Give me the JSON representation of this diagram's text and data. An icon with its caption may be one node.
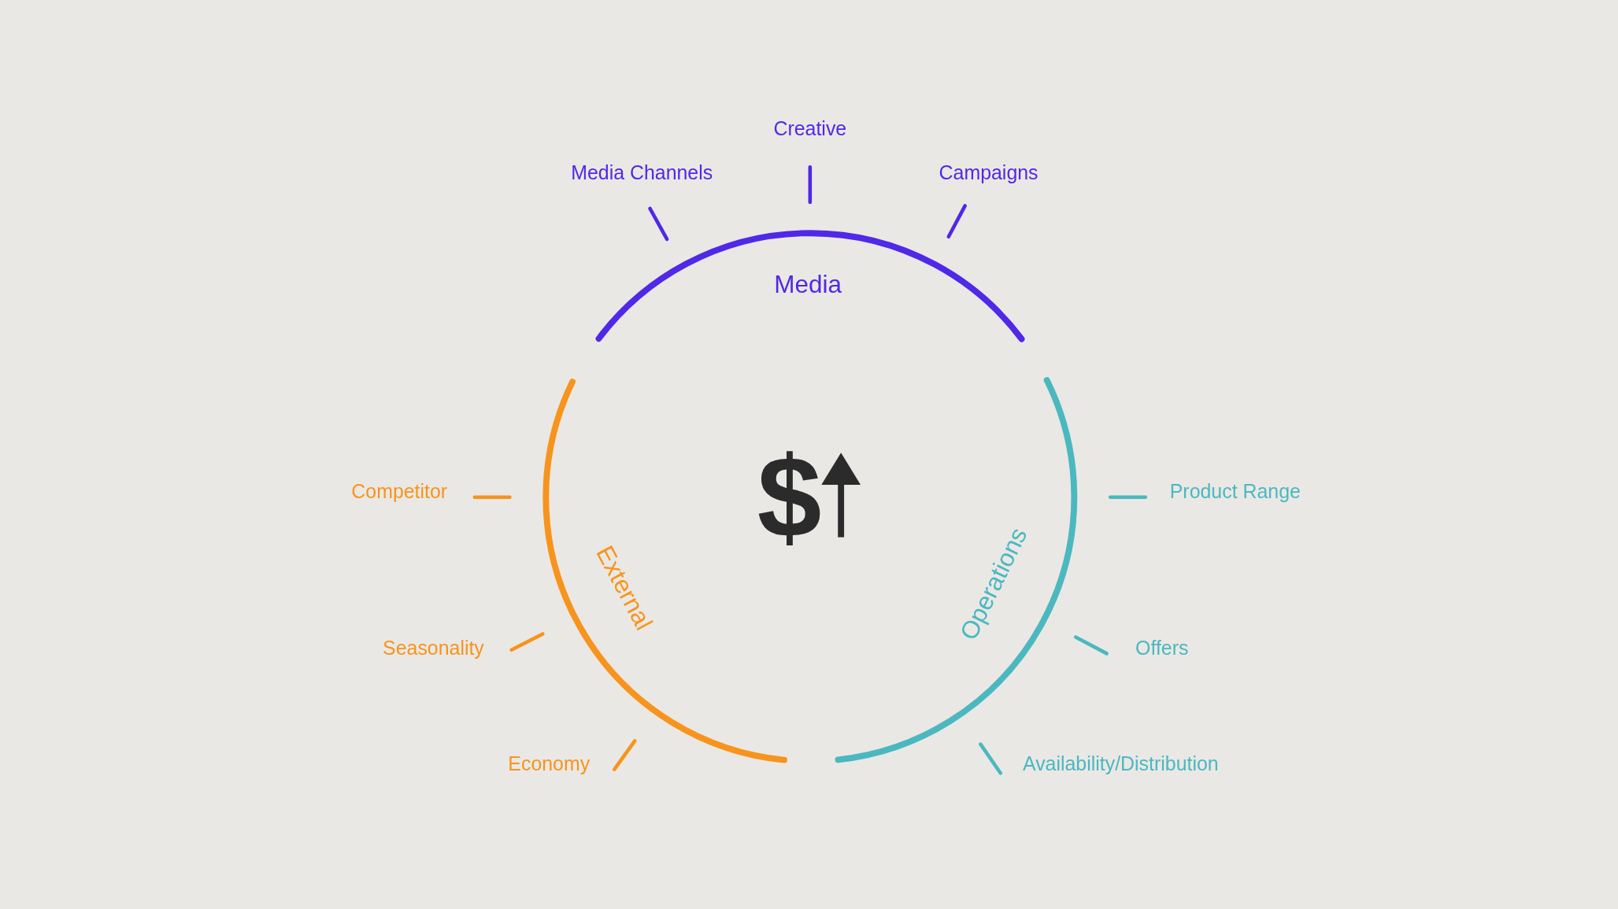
{
  "diagram": {
    "nodes": [
      {
        "text": [
          "Media"
        ]
      },
      {
        "text": [
          "Media Channels"
        ]
      },
      {
        "text": [
          "Creative"
        ]
      },
      {
        "text": [
          "Campaigns"
        ]
      },
      {
        "text": [
          "Operations"
        ]
      },
      {
        "text": [
          "Product Range"
        ]
      },
      {
        "text": [
          "Offers"
        ]
      },
      {
        "text": [
          "Availability/Distribution"
        ]
      },
      {
        "text": [
          "External"
        ]
      },
      {
        "text": [
          "Competitor"
        ]
      },
      {
        "text": [
          "Seasonality"
        ]
      },
      {
        "text": [
          "Economy"
        ]
      }
    ],
    "edges": [
      {
        "from": 1,
        "to": 0,
        "arrow": "none",
        "color": "#5028e8"
      },
      {
        "from": 2,
        "to": 0,
        "arrow": "none",
        "color": "#5028e8"
      },
      {
        "from": 3,
        "to": 0,
        "arrow": "none",
        "color": "#5028e8"
      },
      {
        "from": 5,
        "to": 4,
        "arrow": "none",
        "color": "#4bb8c0"
      },
      {
        "from": 6,
        "to": 4,
        "arrow": "none",
        "color": "#4bb8c0"
      },
      {
        "from": 7,
        "to": 4,
        "arrow": "none",
        "color": "#4bb8c0"
      },
      {
        "from": 9,
        "to": 8,
        "arrow": "none",
        "color": "#f7941d"
      },
      {
        "from": 10,
        "to": 8,
        "arrow": "none",
        "color": "#f7941d"
      },
      {
        "from": 11,
        "to": 8,
        "arrow": "none",
        "color": "#f7941d"
      }
    ],
    "labels": [
      "$"
    ]
  }
}
